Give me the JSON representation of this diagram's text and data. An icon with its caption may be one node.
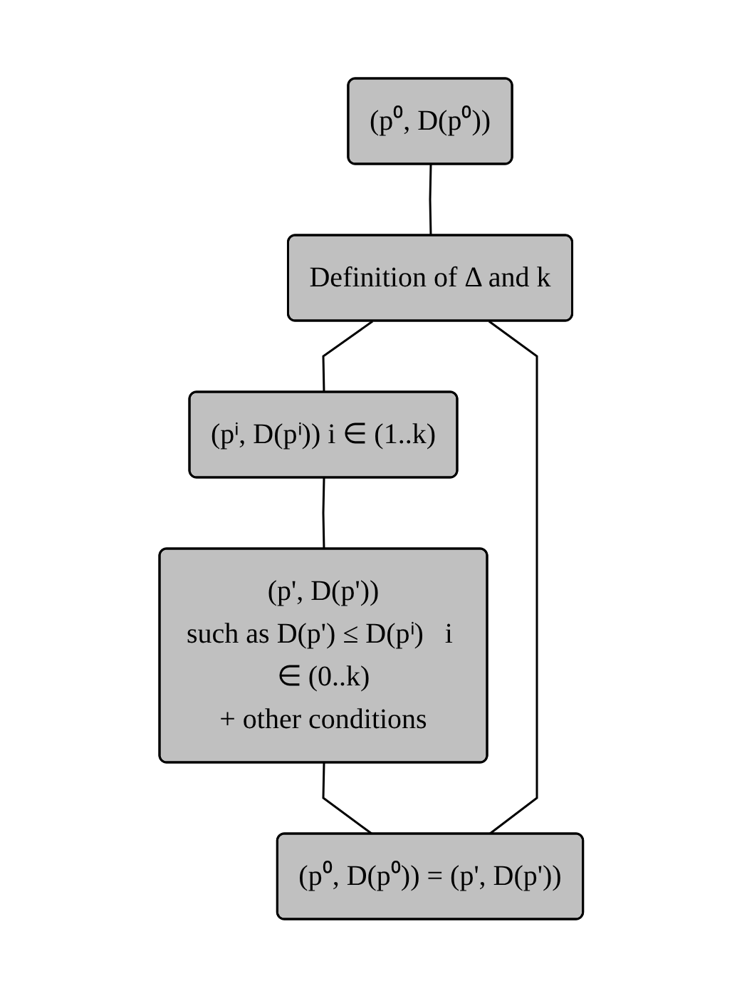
{
  "diagram": {
    "nodes": [
      {
        "text": [
          "(p⁰, D(p⁰))"
        ]
      },
      {
        "text": [
          "Definition of Δ and k"
        ]
      },
      {
        "text": [
          "(pⁱ, D(pⁱ))   i ∈ (1..k)"
        ]
      },
      {
        "text": [
          "(p', D(p'))",
          "such as D(p') ≤ D(pⁱ)   i ∈ (0..k)",
          "+ other conditions"
        ]
      },
      {
        "text": [
          "(p⁰, D(p⁰)) = (p', D(p'))"
        ]
      }
    ],
    "edges": [
      {
        "from": 0,
        "to": 1,
        "arrow": "none"
      },
      {
        "from": 1,
        "to": 2,
        "arrow": "none"
      },
      {
        "from": 2,
        "to": 3,
        "arrow": "none"
      },
      {
        "from": 3,
        "to": 4,
        "arrow": "none"
      },
      {
        "from": 4,
        "to": 1,
        "arrow": "none"
      }
    ]
  }
}
